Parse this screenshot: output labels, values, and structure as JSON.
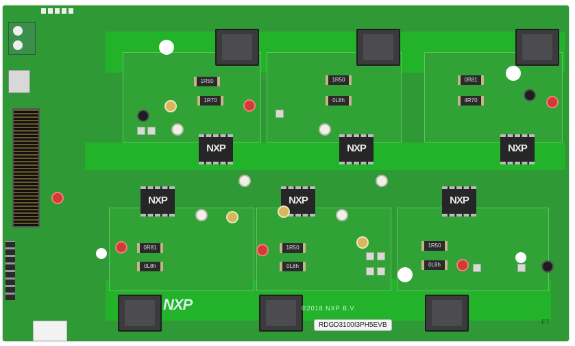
{
  "image": {
    "subject": "Printed circuit board (evaluation board)",
    "board_part_number": "RDGD3100I3PH5EVB",
    "copyright_silkscreen": "©2018 NXP B.V.",
    "logo_text": "NXP",
    "corner_mark": "FT"
  },
  "ics": [
    {
      "label": "NXP"
    },
    {
      "label": "NXP"
    },
    {
      "label": "NXP"
    },
    {
      "label": "NXP"
    },
    {
      "label": "NXP"
    },
    {
      "label": "NXP"
    }
  ],
  "resistors": {
    "top_left": [
      "1R50",
      "1R70"
    ],
    "top_middle": [
      "1R50",
      "0L8h"
    ],
    "top_right": [
      "0R81",
      "4R70"
    ],
    "bottom_left": [
      "0R81",
      "0L8h"
    ],
    "bottom_middle": [
      "1R50",
      "0L8h"
    ],
    "bottom_right": [
      "1R50",
      "0L8h"
    ]
  },
  "colors": {
    "board_green": "#2f9a35",
    "bright_green": "#22b32a",
    "ic_black": "#262628",
    "testpoint_red": "#d23a32",
    "terminal_green": "#3a8f4a"
  }
}
